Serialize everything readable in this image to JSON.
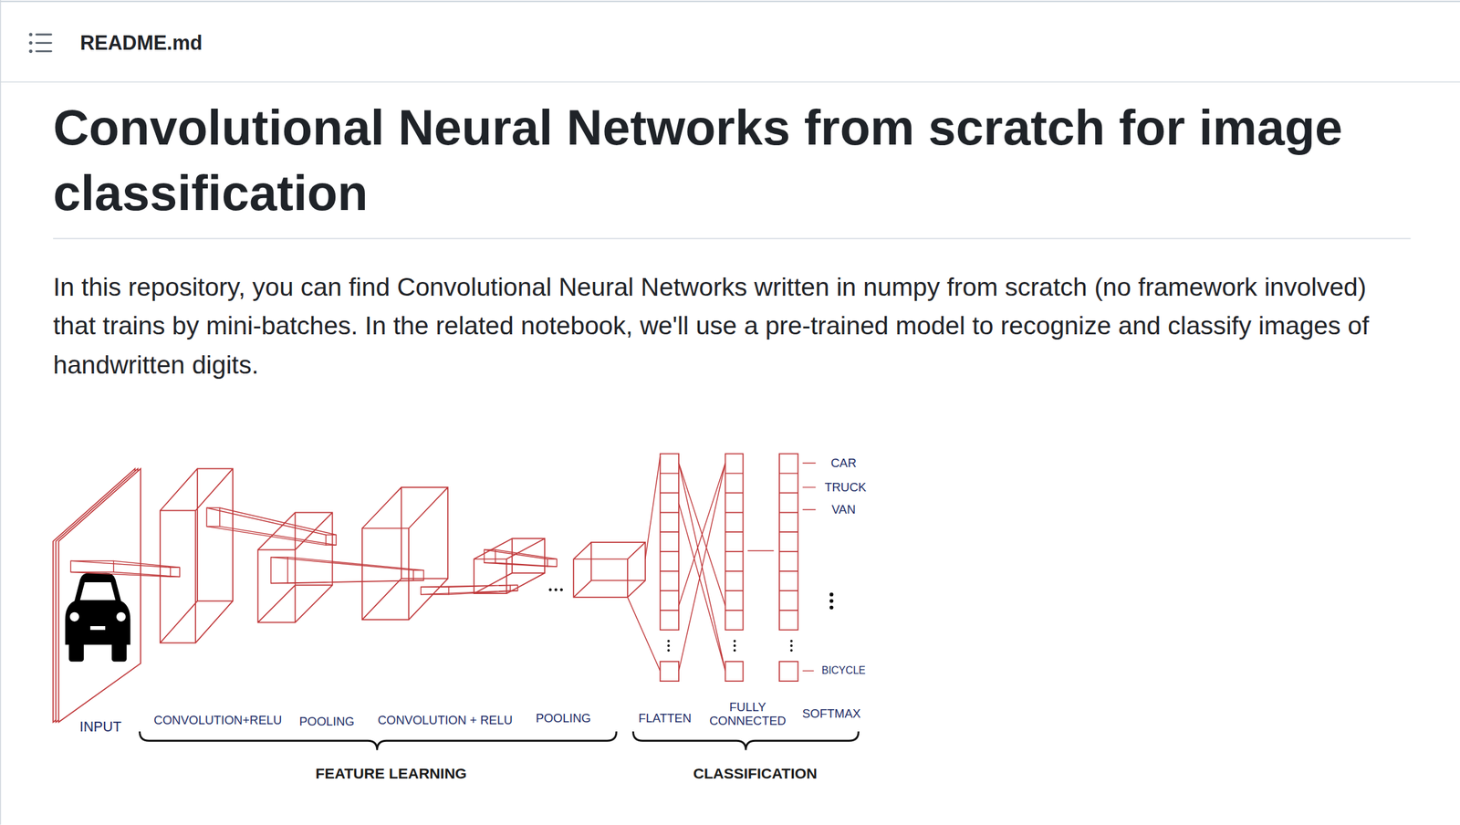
{
  "diagram": {
    "title": "Convolutional Neural Networks from scratch for image classification",
    "labels": [
      "README.md",
      "In this repository, you can find Convolutional Neural Networks written in numpy from scratch (no framework involved) that trains by mini-batches. In the related notebook, we'll use a pre-trained model to recognize and classify images of handwritten digits.",
      "INPUT",
      "CONVOLUTION+RELU",
      "POOLING",
      "CONVOLUTION + RELU",
      "POOLING",
      "FLATTEN",
      "FULLY CONNECTED",
      "SOFTMAX",
      "FEATURE LEARNING",
      "CLASSIFICATION",
      "CAR",
      "TRUCK",
      "VAN",
      "BICYCLE"
    ]
  }
}
